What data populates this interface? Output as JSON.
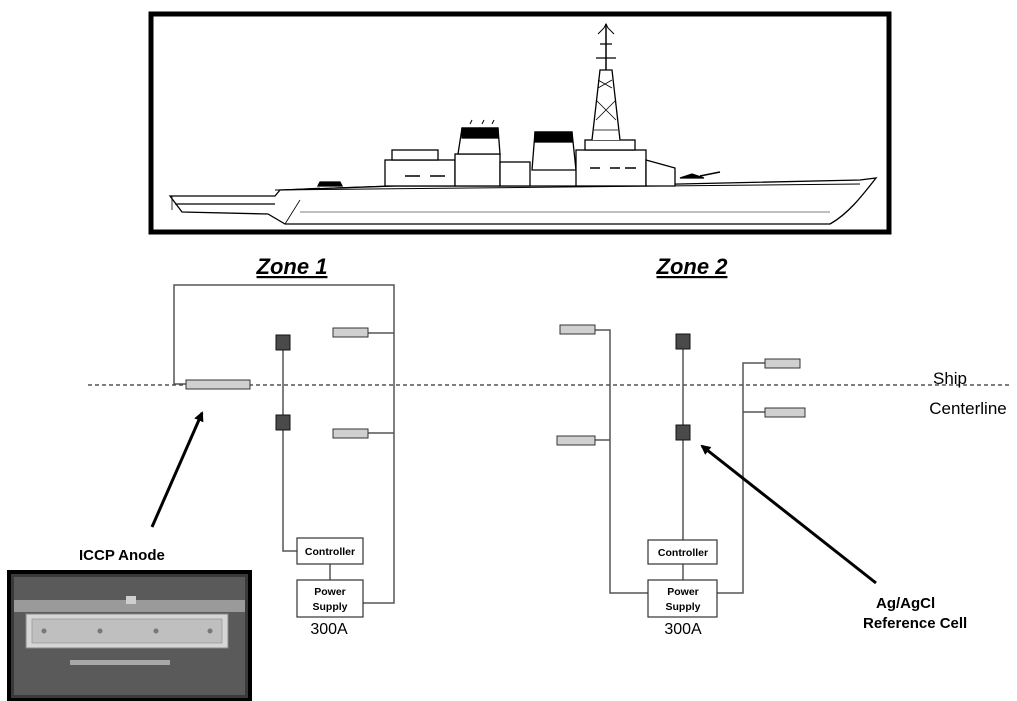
{
  "zones": [
    {
      "title": "Zone 1",
      "controller_label": "Controller",
      "power_supply_line1": "Power",
      "power_supply_line2": "Supply",
      "rating": "300A"
    },
    {
      "title": "Zone 2",
      "controller_label": "Controller",
      "power_supply_line1": "Power",
      "power_supply_line2": "Supply",
      "rating": "300A"
    }
  ],
  "labels": {
    "ship_line1": "Ship",
    "ship_line2": "Centerline",
    "iccp_anode": "ICCP Anode",
    "ref_line1": "Ag/AgCl",
    "ref_line2": "Reference Cell"
  },
  "colors": {
    "anode_fill": "#d0d0d0",
    "ref_cell_fill": "#4a4a4a",
    "line": "#333333"
  }
}
